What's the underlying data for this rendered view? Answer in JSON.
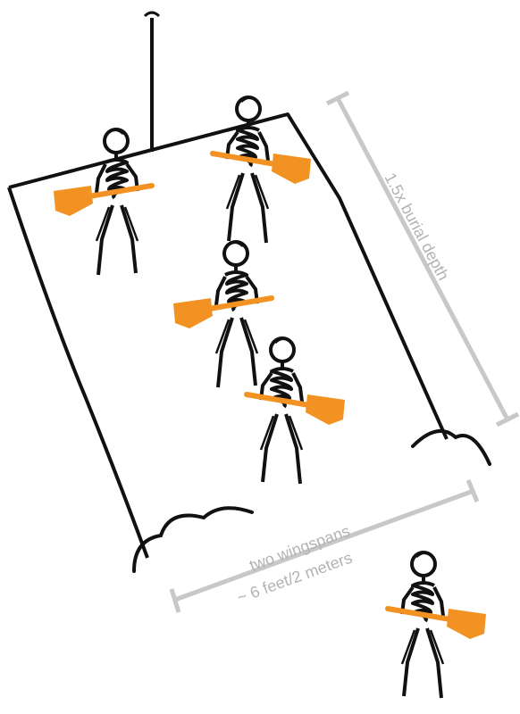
{
  "annotations": {
    "depth": "1.5x burial depth",
    "width_line1": "two wingspans",
    "width_line2": "~ 6 feet/2 meters"
  },
  "colors": {
    "ink": "#111111",
    "shovel": "#f29222",
    "dimension": "#c8c8c8",
    "dimension_text": "#b3b3b3"
  },
  "figures": [
    {
      "id": "digger-1",
      "icon": "stick-figure-with-shovel"
    },
    {
      "id": "digger-2",
      "icon": "stick-figure-with-shovel"
    },
    {
      "id": "digger-3",
      "icon": "stick-figure-with-shovel"
    },
    {
      "id": "digger-4",
      "icon": "stick-figure-with-shovel"
    },
    {
      "id": "digger-5",
      "icon": "stick-figure-with-shovel"
    }
  ]
}
